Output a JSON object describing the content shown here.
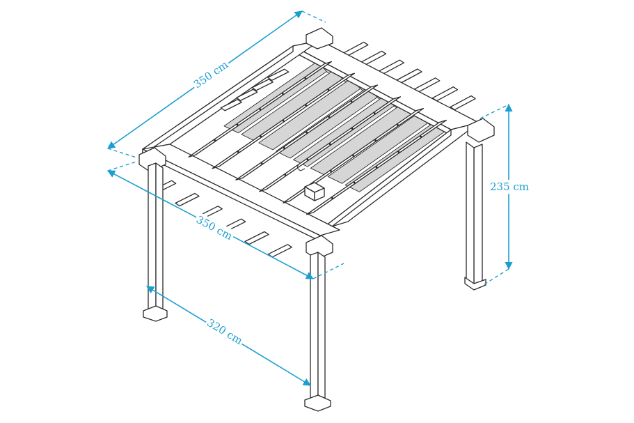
{
  "diagram": {
    "colors": {
      "dimension": "#1a9fd0",
      "outline": "#2a2a2a",
      "canopy": "#d6d6d6",
      "background": "#ffffff"
    },
    "dimensions": {
      "top_depth": "350 cm",
      "top_width": "350 cm",
      "base_width": "320 cm",
      "height": "235 cm"
    }
  }
}
